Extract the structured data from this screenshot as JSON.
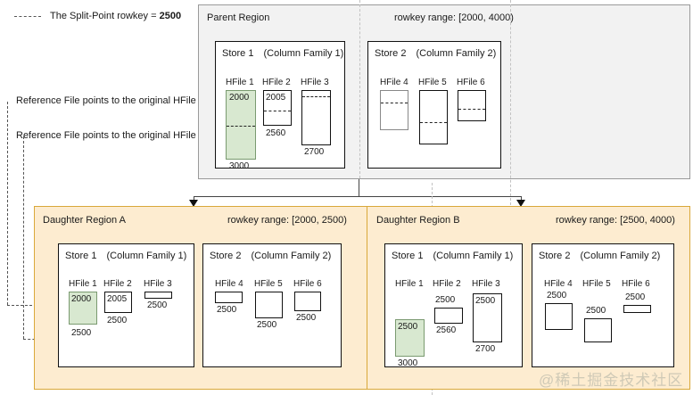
{
  "legend": {
    "split_point_label": "The Split-Point rowkey = ",
    "split_point_value": "2500",
    "reference_note_1": "Reference File points to the original HFile",
    "reference_note_2": "Reference File points to the original HFile"
  },
  "parent": {
    "title": "Parent Region",
    "rowkey_range": "rowkey range: [2000, 4000)",
    "stores": [
      {
        "title": "Store 1　(Column Family 1)",
        "hfiles": [
          {
            "name": "HFile 1",
            "top_value": "2000",
            "bottom_value": "3000",
            "highlight": true
          },
          {
            "name": "HFile 2",
            "top_value": "2005",
            "bottom_value": "2560",
            "highlight": false
          },
          {
            "name": "HFile 3",
            "top_value": "",
            "bottom_value": "2700",
            "highlight": false
          }
        ]
      },
      {
        "title": "Store 2　(Column Family 2)",
        "hfiles": [
          {
            "name": "HFile 4",
            "top_value": "",
            "bottom_value": "",
            "highlight": false
          },
          {
            "name": "HFile 5",
            "top_value": "",
            "bottom_value": "",
            "highlight": false
          },
          {
            "name": "HFile 6",
            "top_value": "",
            "bottom_value": "",
            "highlight": false
          }
        ]
      }
    ]
  },
  "daughter_a": {
    "title": "Daughter Region A",
    "rowkey_range": "rowkey range: [2000, 2500)",
    "stores": [
      {
        "title": "Store 1　(Column Family 1)",
        "hfiles": [
          {
            "name": "HFile 1",
            "top_value": "2000",
            "bottom_value": "2500",
            "highlight": true
          },
          {
            "name": "HFile 2",
            "top_value": "2005",
            "bottom_value": "2500",
            "highlight": false
          },
          {
            "name": "HFile 3",
            "top_value": "",
            "bottom_value": "2500",
            "highlight": false
          }
        ]
      },
      {
        "title": "Store 2　(Column Family 2)",
        "hfiles": [
          {
            "name": "HFile 4",
            "top_value": "",
            "bottom_value": "2500",
            "highlight": false
          },
          {
            "name": "HFile 5",
            "top_value": "",
            "bottom_value": "2500",
            "highlight": false
          },
          {
            "name": "HFile 6",
            "top_value": "",
            "bottom_value": "2500",
            "highlight": false
          }
        ]
      }
    ]
  },
  "daughter_b": {
    "title": "Daughter Region B",
    "rowkey_range": "rowkey range: [2500, 4000)",
    "stores": [
      {
        "title": "Store 1　(Column Family 1)",
        "hfiles": [
          {
            "name": "HFile 1",
            "top_value": "2500",
            "bottom_value": "3000",
            "highlight": true
          },
          {
            "name": "HFile 2",
            "top_value": "2500",
            "bottom_value": "2560",
            "highlight": false
          },
          {
            "name": "HFile 3",
            "top_value": "2500",
            "bottom_value": "2700",
            "highlight": false
          }
        ]
      },
      {
        "title": "Store 2　(Column Family 2)",
        "hfiles": [
          {
            "name": "HFile 4",
            "top_value": "2500",
            "bottom_value": "",
            "highlight": false
          },
          {
            "name": "HFile 5",
            "top_value": "2500",
            "bottom_value": "",
            "highlight": false
          },
          {
            "name": "HFile 6",
            "top_value": "2500",
            "bottom_value": "",
            "highlight": false
          }
        ]
      }
    ]
  },
  "watermark": "@稀土掘金技术社区",
  "colors": {
    "parent_bg": "#f2f2f2",
    "daughter_bg": "#fdecd0",
    "daughter_border": "#d9a83a",
    "highlight_green": "#d8e8d0"
  }
}
